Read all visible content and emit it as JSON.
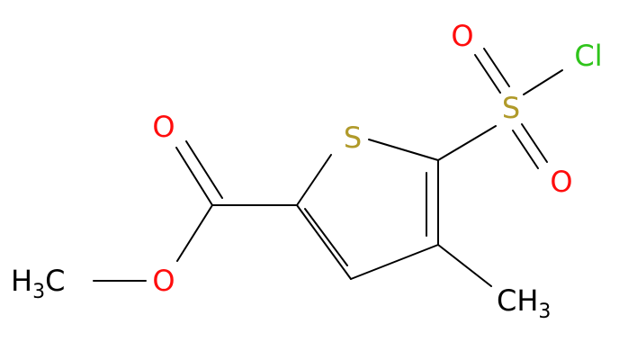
{
  "atoms": {
    "s_ring": {
      "label": "S",
      "color": "#b09a2a"
    },
    "s_sulfonyl": {
      "label": "S",
      "color": "#b09a2a"
    },
    "cl": {
      "label": "Cl",
      "color": "#2fc41b"
    },
    "o_sulfonyl_top": {
      "label": "O",
      "color": "#ff0d0d"
    },
    "o_sulfonyl_bottom": {
      "label": "O",
      "color": "#ff0d0d"
    },
    "o_carbonyl": {
      "label": "O",
      "color": "#ff0d0d"
    },
    "o_ester": {
      "label": "O",
      "color": "#ff0d0d"
    },
    "methyl_ester": {
      "main": "H",
      "sub": "3",
      "tail": "C",
      "color": "#000000"
    },
    "methyl_ring": {
      "main": "CH",
      "sub": "3",
      "color": "#000000"
    }
  },
  "bond_color": "#000000"
}
